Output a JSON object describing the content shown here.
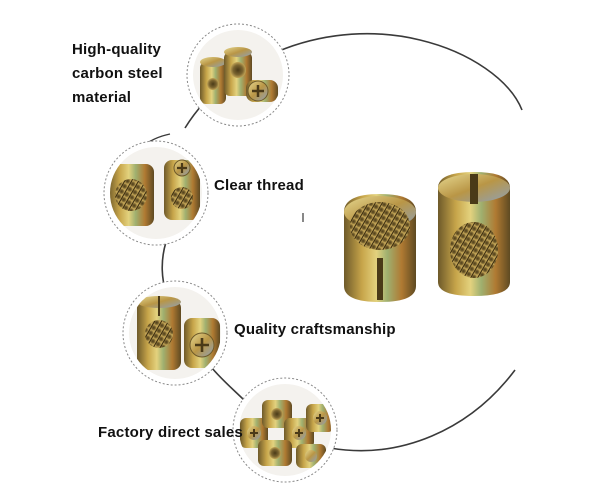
{
  "features": [
    {
      "lines": [
        "High-quality",
        "carbon steel",
        "material"
      ]
    },
    {
      "lines": [
        "Clear thread"
      ]
    },
    {
      "lines": [
        "Quality craftsmanship"
      ]
    },
    {
      "lines": [
        "Factory direct sales"
      ]
    }
  ],
  "colors": {
    "brass_light": "#d8c472",
    "brass_mid": "#b08a3a",
    "brass_dark": "#6e5a2a",
    "zinc_blue": "#8fa0b4",
    "zinc_green": "#9fb070",
    "connector_line": "#3a3a3a",
    "circle_border": "#888888",
    "label_text": "#111111"
  }
}
